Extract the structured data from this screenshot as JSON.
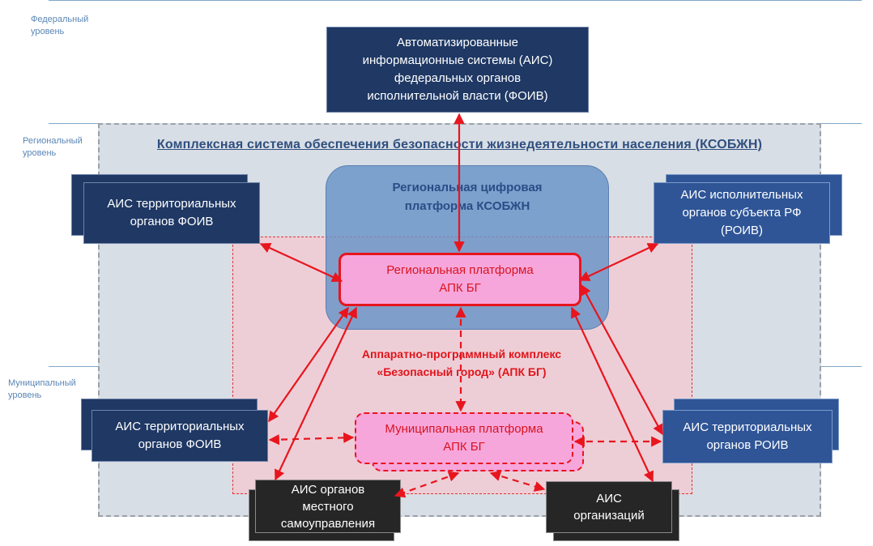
{
  "levels": {
    "federal": "Федеральный\nуровень",
    "regional": "Региональный\nуровень",
    "municipal": "Муниципальный\nуровень"
  },
  "boxes": {
    "fed_ais": "Автоматизированные\nинформационные системы (АИС)\nфедеральных органов\nисполнительной власти (ФОИВ)",
    "ksobzhn_title": "Комплексная система обеспечения безопасности жизнедеятельности населения (КСОБЖН)",
    "digital_platform": "Региональная  цифровая\nплатформа  КСОБЖН",
    "reg_left": "АИС  территориальных\nорганов ФОИВ",
    "reg_right": "АИС исполнительных\nорганов  субъекта РФ\n(РОИВ)",
    "reg_platform": "Региональная платформа\nАПК БГ",
    "apk_label": "Аппаратно-программный комплекс\n«Безопасный      город»  (АПК БГ)",
    "mun_left": "АИС территориальных\nорганов ФОИВ",
    "mun_right": "АИС территориальных\nорганов РОИВ",
    "mun_platform": "Муниципальная платформа\nАПК БГ",
    "local_gov": "АИС органов\nместного\nсамоуправления",
    "orgs": "АИС\nорганизаций"
  },
  "colors": {
    "dark_box": "#1f3864",
    "mid_box": "#2f5597",
    "black_box": "#262626",
    "pink_fill": "#f7a6dc",
    "red_accent": "#e8151e",
    "level_text": "#5a86b5"
  }
}
